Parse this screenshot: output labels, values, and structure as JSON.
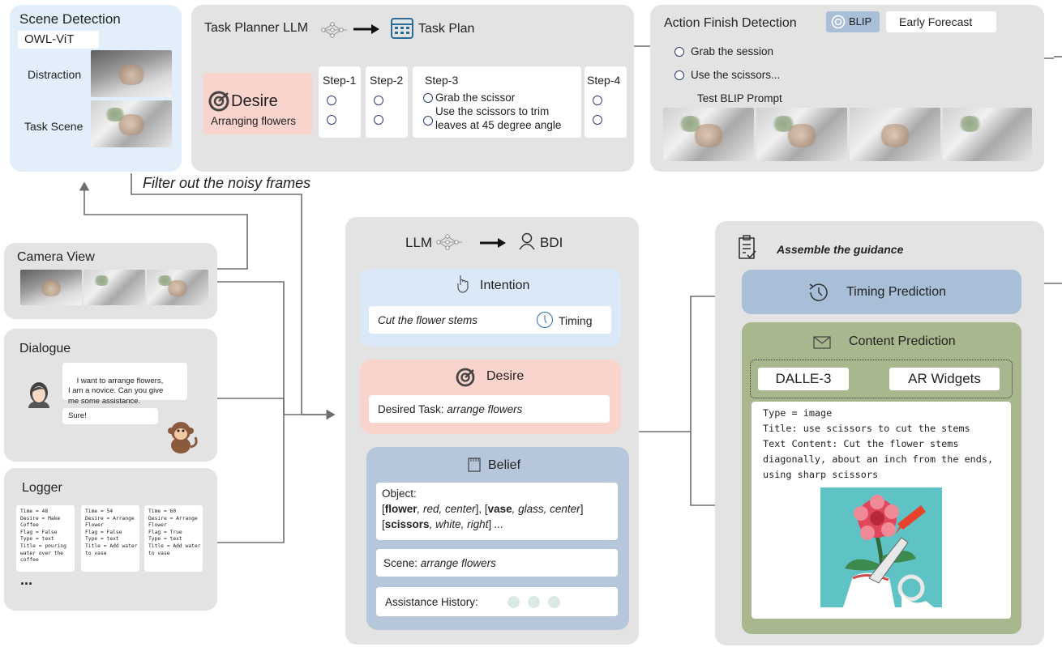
{
  "scene_detection": {
    "title": "Scene Detection",
    "model": "OWL-ViT",
    "distraction_label": "Distraction",
    "task_scene_label": "Task Scene"
  },
  "task_planner": {
    "llm_label": "Task Planner LLM",
    "plan_label": "Task Plan",
    "desire_title": "Desire",
    "desire_value": "Arranging flowers",
    "steps": [
      {
        "label": "Step-1"
      },
      {
        "label": "Step-2"
      },
      {
        "label": "Step-3",
        "items": [
          "Grab the scissor",
          "Use the scissors to trim",
          "leaves at 45 degree angle"
        ]
      },
      {
        "label": "Step-4"
      }
    ]
  },
  "action_finish": {
    "title": "Action Finish Detection",
    "blip_label": "BLIP",
    "early_forecast": "Early Forecast",
    "row1": "Grab the session",
    "row2": "Use the scissors...",
    "prompt_label": "Test BLIP Prompt"
  },
  "filter_label": "Filter out the noisy frames",
  "inputs": {
    "camera_view": "Camera View",
    "dialogue": "Dialogue",
    "dialogue_user": "I want to arrange flowers,\nI am a novice. Can you give\nme some assistance.",
    "dialogue_reply": "Sure!",
    "logger": "Logger",
    "logs": [
      "Time = 48\nDesire = Make\nCoffee\nFlag = False\nType = text\nTitle = pouring\nwater over the\ncoffee",
      "Time = 54\nDesire = Arrange\nFlower\nFlag = False\nType = text\nTitle = Add water\nto vase",
      "Time = 60\nDesire = Arrange\nFlower\nFlag = True\nType = text\nTitle = Add water\nto vase"
    ],
    "ellipsis": "..."
  },
  "bdi": {
    "llm_label": "LLM",
    "bdi_label": "BDI",
    "intention_title": "Intention",
    "intention_value": "Cut the flower stems",
    "timing_label": "Timing",
    "desire_title": "Desire",
    "desired_task_prefix": "Desired Task: ",
    "desired_task_value": "arrange flowers",
    "belief_title": "Belief",
    "object_label": "Object:",
    "objects": [
      {
        "name": "flower",
        "attrs": ", red, center"
      },
      {
        "name": "vase",
        "attrs": ", glass, center"
      },
      {
        "name": "scissors",
        "attrs": ", white, right"
      }
    ],
    "objects_ellipsis": " ...",
    "scene_prefix": "Scene: ",
    "scene_value": "arrange flowers",
    "assistance_history": "Assistance History:"
  },
  "guidance": {
    "title": "Assemble the guidance",
    "timing_prediction": "Timing Prediction",
    "content_prediction": "Content Prediction",
    "dalle": "DALLE-3",
    "ar_widgets": "AR Widgets",
    "content_lines": [
      "Type = image",
      "Title: use scissors to cut the stems",
      "Text Content: Cut the flower stems",
      "diagonally, about an inch from the ends,",
      "using sharp scissors"
    ]
  },
  "colors": {
    "panel": "#e3e3e3",
    "scene_bg": "#e2effa",
    "desire_pink": "#f9d4cd",
    "intention_blue": "#dbe8f7",
    "belief_blue": "#b6c7dc",
    "timing_blue": "#a9bfd8",
    "content_green": "#a9b78f",
    "check_green": "#7fbf83",
    "arrow_gray": "#6e6e6e",
    "blip_blue": "#a9bfd8"
  }
}
